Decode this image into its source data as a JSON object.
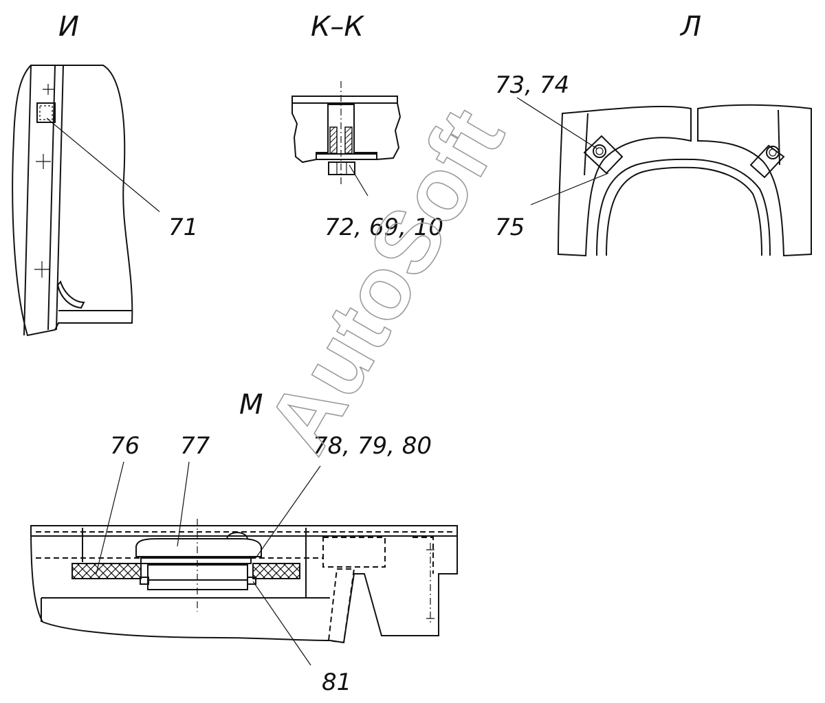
{
  "views": {
    "i": {
      "title": "И",
      "callouts": [
        "71"
      ]
    },
    "kk": {
      "title": "К–К",
      "callouts": [
        "72, 69, 10"
      ]
    },
    "l": {
      "title": "Л",
      "callouts": [
        "73, 74",
        "75"
      ]
    },
    "m": {
      "title": "М",
      "callouts": [
        "76",
        "77",
        "78, 79, 80",
        "81"
      ]
    }
  },
  "watermark": "AutoSoft"
}
